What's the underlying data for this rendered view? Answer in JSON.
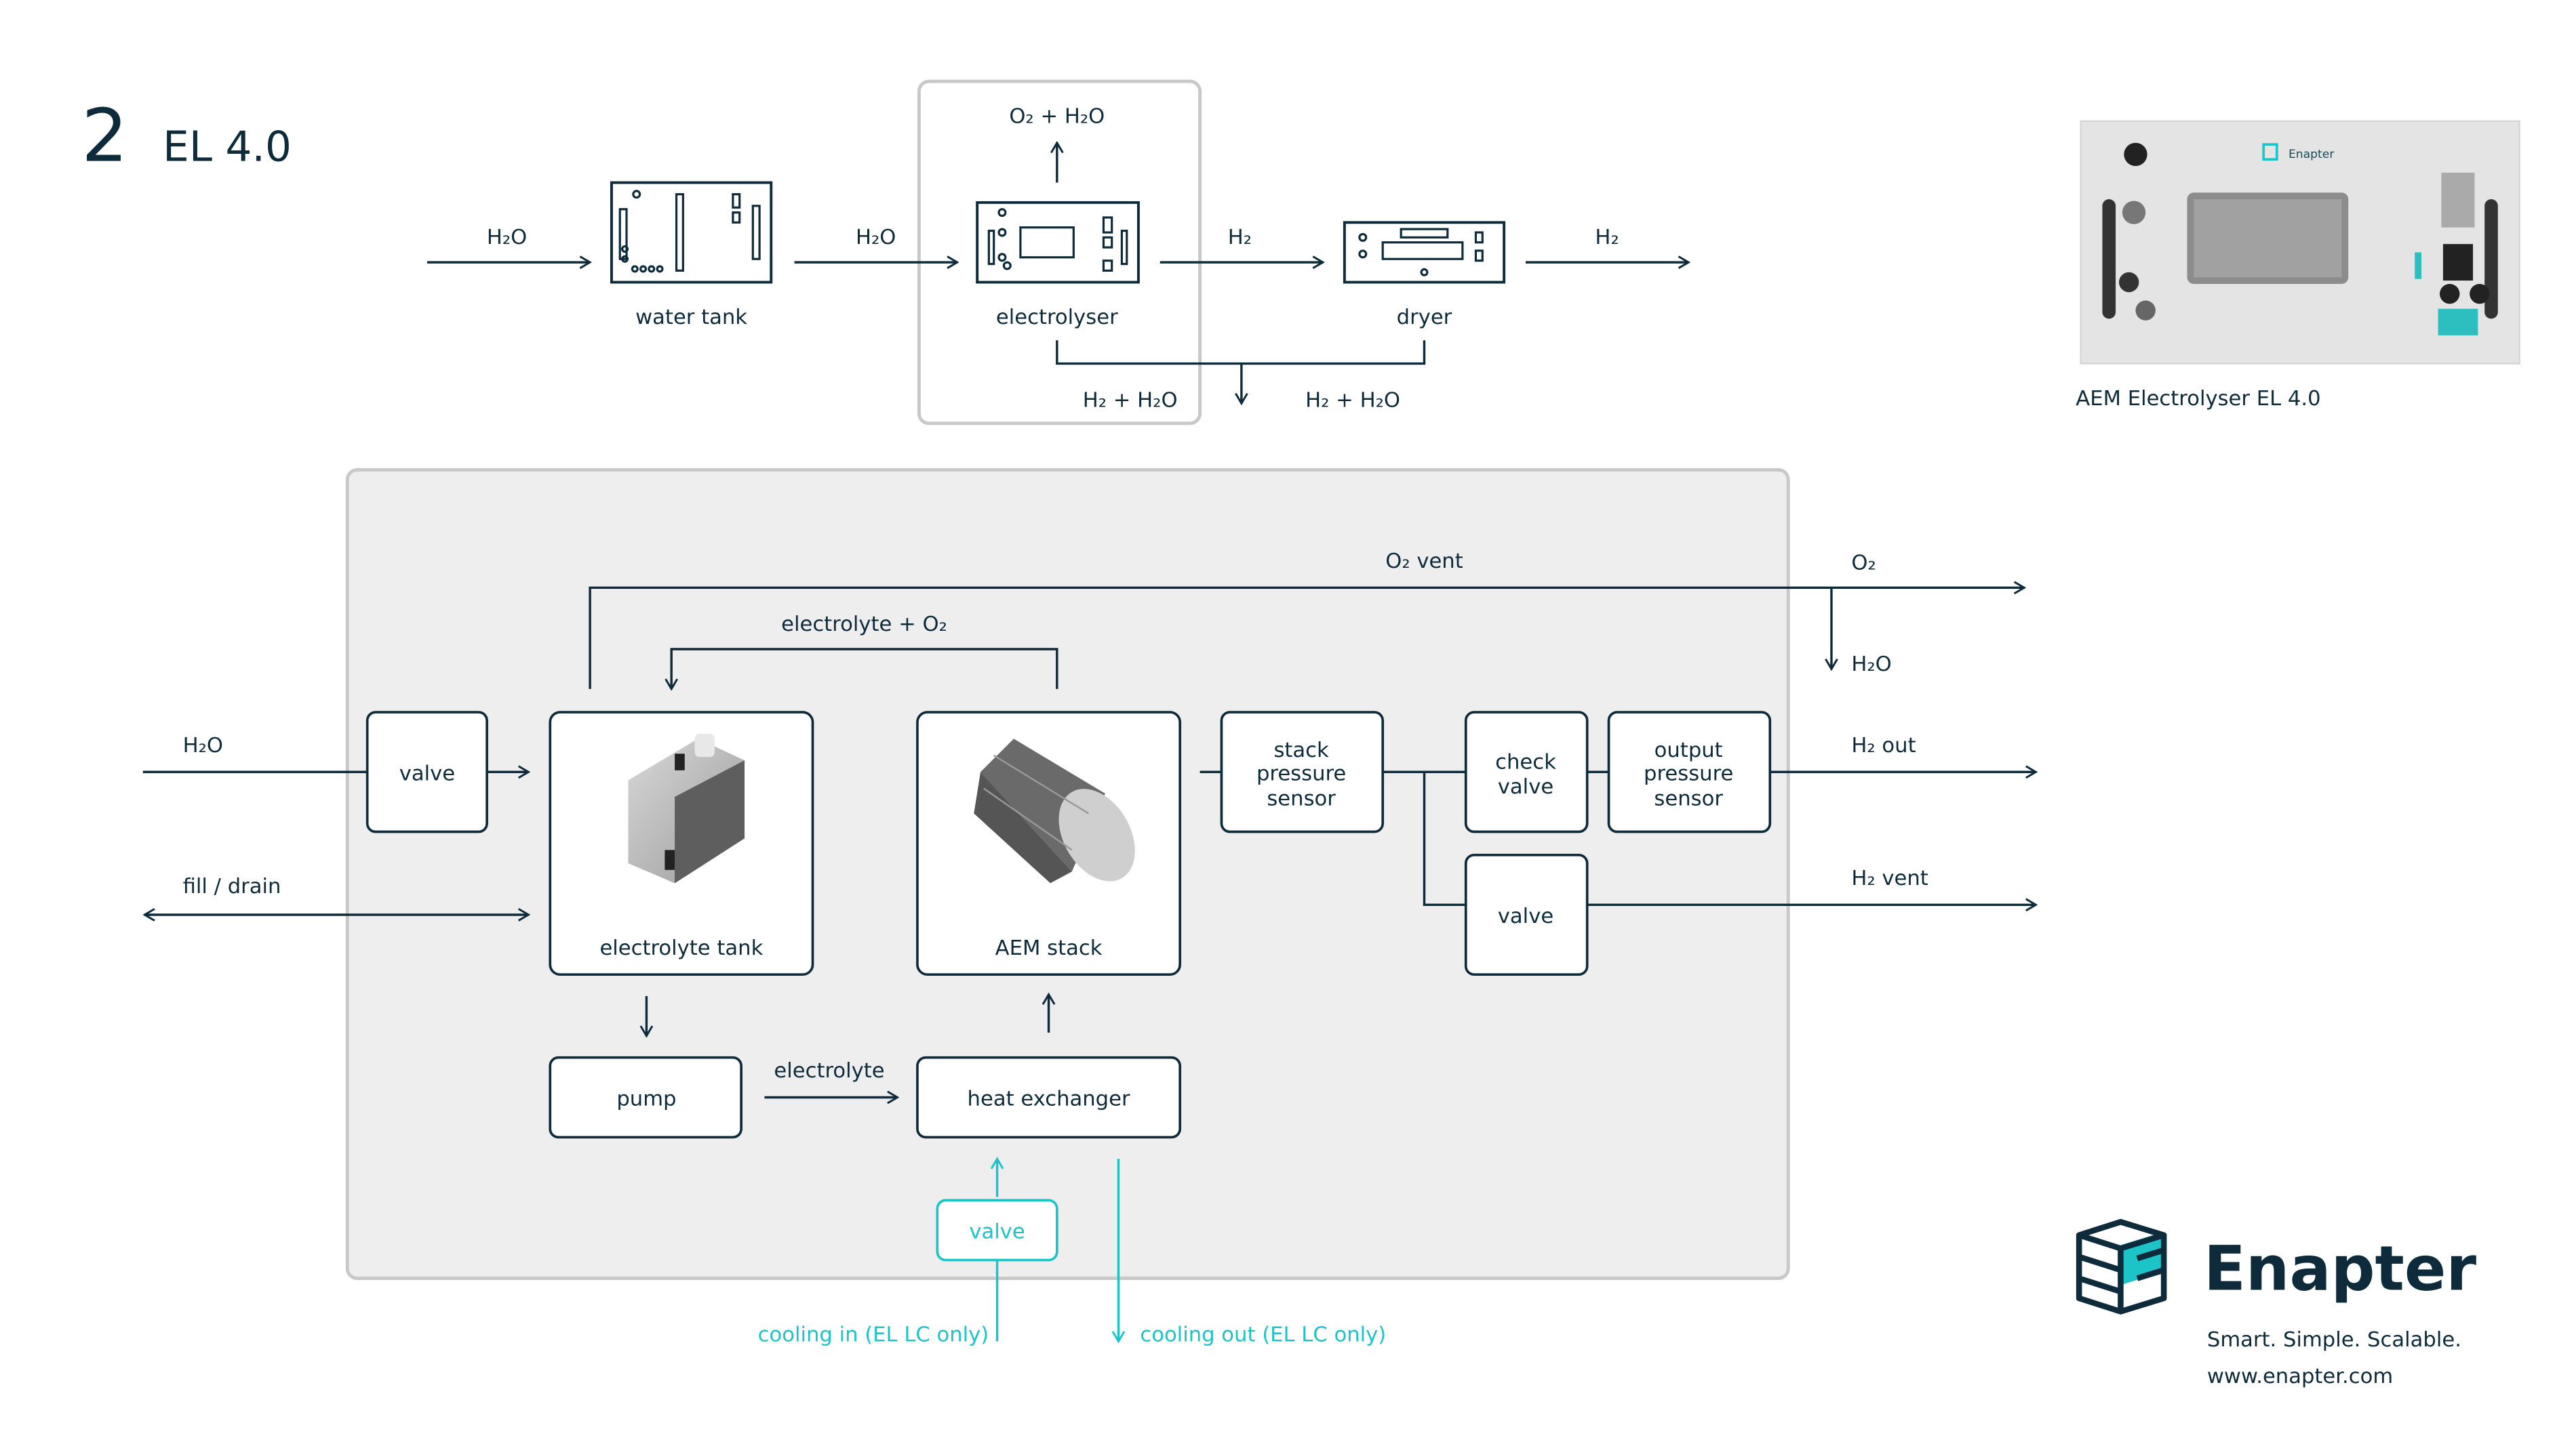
{
  "header": {
    "number": "2",
    "title": "EL 4.0"
  },
  "colors": {
    "primary": "#0d2b3a",
    "accent": "#1cc4c8",
    "panel": "#eeeeee",
    "border": "#c8c8c8"
  },
  "overview": {
    "inlet_label": "H₂O",
    "water_tank_label": "water tank",
    "to_electrolyser_label": "H₂O",
    "electrolyser_label": "electrolyser",
    "electrolyser_top_output": "O₂ + H₂O",
    "to_dryer_label": "H₂",
    "dryer_label": "dryer",
    "outlet_label": "H₂",
    "drain_left_label": "H₂ + H₂O",
    "drain_right_label": "H₂ + H₂O"
  },
  "product": {
    "caption": "AEM Electrolyser EL 4.0",
    "panel_brand": "Enapter"
  },
  "detail": {
    "o2_vent_label": "O₂ vent",
    "o2_out_label": "O₂",
    "h2o_drain_label": "H₂O",
    "electrolyte_o2_label": "electrolyte + O₂",
    "h2o_in_label": "H₂O",
    "fill_drain_label": "fill / drain",
    "inlet_valve_label": "valve",
    "electrolyte_tank_label": "electrolyte tank",
    "aem_stack_label": "AEM stack",
    "stack_pressure_sensor_lines": [
      "stack",
      "pressure",
      "sensor"
    ],
    "check_valve_lines": [
      "check",
      "valve"
    ],
    "output_pressure_sensor_lines": [
      "output",
      "pressure",
      "sensor"
    ],
    "vent_valve_label": "valve",
    "h2_out_label": "H₂ out",
    "h2_vent_label": "H₂ vent",
    "pump_label": "pump",
    "electrolyte_flow_label": "electrolyte",
    "heat_exchanger_label": "heat exchanger",
    "cooling_valve_label": "valve",
    "cooling_in_label": "cooling in (EL LC only)",
    "cooling_out_label": "cooling out (EL LC only)"
  },
  "brand": {
    "name": "Enapter",
    "tagline": "Smart. Simple. Scalable.",
    "url": "www.enapter.com"
  }
}
